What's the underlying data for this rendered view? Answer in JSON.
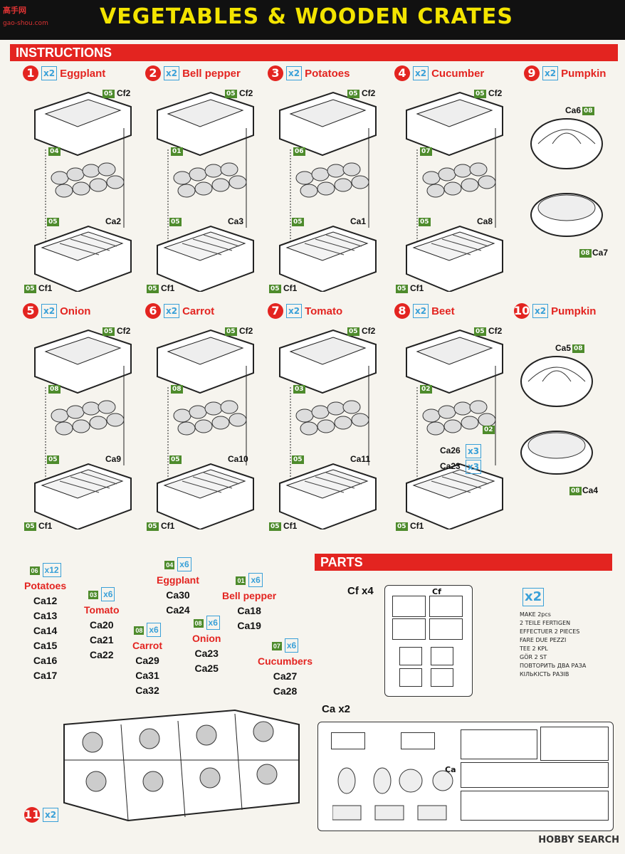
{
  "header": {
    "title": "VEGETABLES & WOODEN CRATES",
    "watermark": "高手网",
    "watermark_url": "gao-shou.com"
  },
  "sections": {
    "instructions": "INSTRUCTIONS",
    "parts": "PARTS"
  },
  "steps": [
    {
      "num": "1",
      "qty": "x2",
      "name": "Eggplant",
      "top": "Cf2",
      "top_tag": "05",
      "mid_tag": "04",
      "mid_part": "Ca2",
      "side_tag": "05",
      "bottom": "Cf1",
      "bottom_tag": "05"
    },
    {
      "num": "2",
      "qty": "x2",
      "name": "Bell pepper",
      "top": "Cf2",
      "top_tag": "05",
      "mid_tag": "01",
      "mid_part": "Ca3",
      "side_tag": "05",
      "bottom": "Cf1",
      "bottom_tag": "05"
    },
    {
      "num": "3",
      "qty": "x2",
      "name": "Potatoes",
      "top": "Cf2",
      "top_tag": "05",
      "mid_tag": "06",
      "mid_part": "Ca1",
      "side_tag": "05",
      "bottom": "Cf1",
      "bottom_tag": "05"
    },
    {
      "num": "4",
      "qty": "x2",
      "name": "Cucumber",
      "top": "Cf2",
      "top_tag": "05",
      "mid_tag": "07",
      "mid_part": "Ca8",
      "side_tag": "05",
      "bottom": "Cf1",
      "bottom_tag": "05"
    },
    {
      "num": "9",
      "qty": "x2",
      "name": "Pumpkin",
      "top": "Ca6",
      "top_tag": "08",
      "bottom": "Ca7",
      "bottom_tag": "08"
    },
    {
      "num": "5",
      "qty": "x2",
      "name": "Onion",
      "top": "Cf2",
      "top_tag": "05",
      "mid_tag": "08",
      "mid_part": "Ca9",
      "side_tag": "05",
      "bottom": "Cf1",
      "bottom_tag": "05"
    },
    {
      "num": "6",
      "qty": "x2",
      "name": "Carrot",
      "top": "Cf2",
      "top_tag": "05",
      "mid_tag": "08",
      "mid_part": "Ca10",
      "side_tag": "05",
      "bottom": "Cf1",
      "bottom_tag": "05"
    },
    {
      "num": "7",
      "qty": "x2",
      "name": "Tomato",
      "top": "Cf2",
      "top_tag": "05",
      "mid_tag": "03",
      "mid_part": "Ca11",
      "side_tag": "05",
      "bottom": "Cf1",
      "bottom_tag": "05"
    },
    {
      "num": "8",
      "qty": "x2",
      "name": "Beet",
      "top": "Cf2",
      "top_tag": "05",
      "mid_tag": "02",
      "mid_part": "Ca26",
      "mid_part2": "Ca23",
      "mid_qty": "x3",
      "bottom": "Cf1",
      "bottom_tag": "05"
    },
    {
      "num": "10",
      "qty": "x2",
      "name": "Pumpkin",
      "top": "Ca5",
      "top_tag": "08",
      "bottom": "Ca4",
      "bottom_tag": "08"
    }
  ],
  "step11": {
    "num": "11",
    "qty": "x2"
  },
  "partlists": [
    {
      "tag": "06",
      "qty": "x12",
      "name": "Potatoes",
      "parts": [
        "Ca12",
        "Ca13",
        "Ca14",
        "Ca15",
        "Ca16",
        "Ca17"
      ]
    },
    {
      "tag": "03",
      "qty": "x6",
      "name": "Tomato",
      "parts": [
        "Ca20",
        "Ca21",
        "Ca22"
      ]
    },
    {
      "tag": "04",
      "qty": "x6",
      "name": "Eggplant",
      "parts": [
        "Ca30",
        "Ca24"
      ]
    },
    {
      "tag": "08",
      "qty": "x6",
      "name": "Carrot",
      "parts": [
        "Ca29",
        "Ca31",
        "Ca32"
      ]
    },
    {
      "tag": "08",
      "qty": "x6",
      "name": "Onion",
      "parts": [
        "Ca23",
        "Ca25"
      ]
    },
    {
      "tag": "01",
      "qty": "x6",
      "name": "Bell pepper",
      "parts": [
        "Ca18",
        "Ca19"
      ]
    },
    {
      "tag": "07",
      "qty": "x6",
      "name": "Cucumbers",
      "parts": [
        "Ca27",
        "Ca28"
      ]
    }
  ],
  "parts": {
    "cf_label": "Cf x4",
    "ca_label": "Ca x2",
    "cf_sprue_label": "Cf",
    "ca_sprue_label": "Ca",
    "make_qty": "x2",
    "make_text": [
      "MAKE 2pcs",
      "2 TEILE FERTIGEN",
      "EFFECTUER 2 PIECES",
      "FARE DUE PEZZI",
      "TEE 2 KPL",
      "GÖR 2 ST",
      "ПОВТОРИТЬ ДВА РАЗА",
      "КІЛЬКІСТЬ РАЗІВ"
    ]
  },
  "footer": {
    "watermark": "HOBBY SEARCH"
  },
  "colors": {
    "red": "#e32420",
    "blue": "#39a0d8",
    "green": "#4e8b2c",
    "yellow": "#f3e400"
  }
}
